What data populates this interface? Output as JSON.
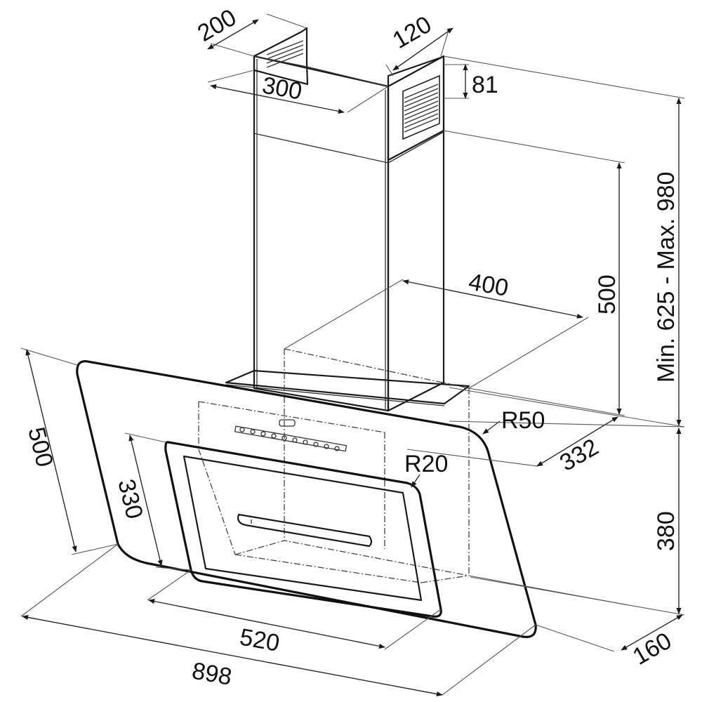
{
  "dimensions": {
    "chimney_top_depth": "200",
    "chimney_top_width": "300",
    "outlet_width": "120",
    "outlet_height": "81",
    "chimney_height_range": "Min. 625 - Max. 980",
    "chimney_upper_height": "500",
    "chimney_base_width": "400",
    "glass_height": "500",
    "corner_radius_outer": "R50",
    "hood_depth": "332",
    "window_height": "330",
    "corner_radius_inner": "R20",
    "hood_height": "380",
    "window_width": "520",
    "hood_width": "898",
    "bottom_depth": "160"
  },
  "colors": {
    "line": "#1a1a1a",
    "background": "#ffffff"
  }
}
